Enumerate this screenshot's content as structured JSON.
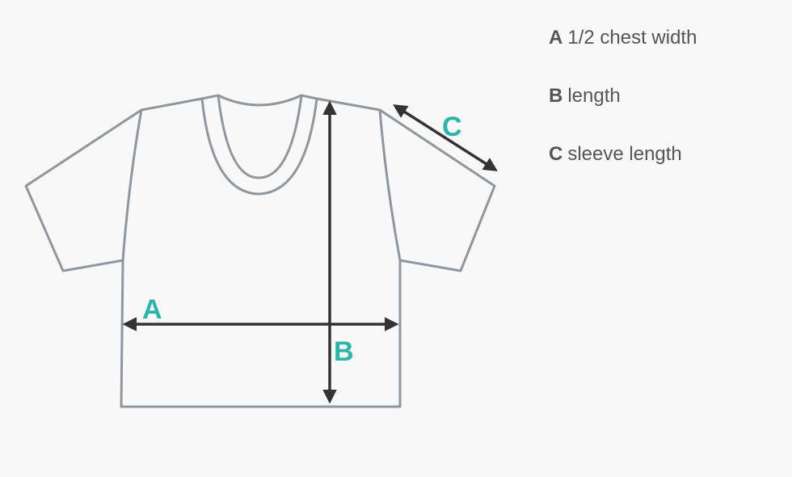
{
  "colors": {
    "outline": "#8e979e",
    "arrow": "#333333",
    "accent": "#2bb5a8",
    "text": "#555555"
  },
  "diagram": {
    "label_a": "A",
    "label_b": "B",
    "label_c": "C"
  },
  "legend": [
    {
      "key": "A",
      "text": "1/2 chest width"
    },
    {
      "key": "B",
      "text": "length"
    },
    {
      "key": "C",
      "text": "sleeve length"
    }
  ]
}
